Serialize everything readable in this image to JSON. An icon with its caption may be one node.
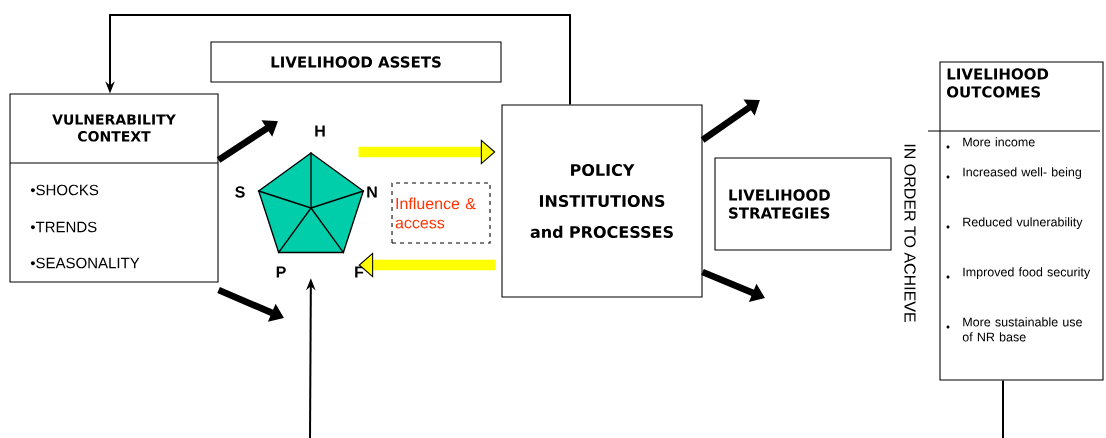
{
  "diagram": {
    "nodes": [
      {
        "text": [
          "LIVELIHOOD  ASSETS"
        ]
      },
      {
        "text": [
          "VULNERABILITY CONTEXT",
          "•SHOCKS",
          "•TRENDS",
          "•SEASONALITY"
        ]
      },
      {
        "text": [],
        "shape": "pentagon",
        "beside": [
          "H",
          "S",
          "N",
          "P",
          "F"
        ]
      },
      {
        "text": [
          "Influence & access"
        ]
      },
      {
        "text": [
          "POLICY INSTITUTIONS and PROCESSES"
        ]
      },
      {
        "text": [
          "LIVELIHOOD STRATEGIES"
        ]
      },
      {
        "text": [
          "LIVELIHOOD OUTCOMES",
          "More income",
          "Increased well- being",
          "Reduced vulnerability",
          "Improved food security",
          "More sustainable use of NR base"
        ]
      }
    ],
    "edges": [
      {
        "from": 4,
        "to": 1,
        "arrow": "to"
      },
      {
        "from": 1,
        "to": 2,
        "arrow": "to"
      },
      {
        "from": 1,
        "to": null,
        "arrow": "to"
      },
      {
        "from": 2,
        "to": 4,
        "arrow": "to",
        "color": "#ffff00"
      },
      {
        "from": 4,
        "to": 2,
        "arrow": "to",
        "color": "#ffff00"
      },
      {
        "from": 4,
        "to": null,
        "arrow": "to"
      },
      {
        "from": 4,
        "to": null,
        "arrow": "to"
      },
      {
        "from": 6,
        "to": null,
        "arrow": "none"
      },
      {
        "from": null,
        "to": 2,
        "arrow": "to"
      }
    ],
    "labels": [
      "IN ORDER TO ACHIEVE"
    ]
  }
}
